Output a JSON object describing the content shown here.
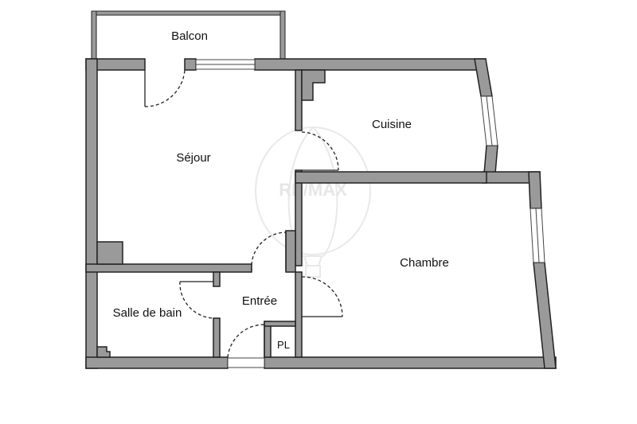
{
  "rooms": {
    "balcon": "Balcon",
    "sejour": "Séjour",
    "cuisine": "Cuisine",
    "chambre": "Chambre",
    "entree": "Entrée",
    "salle_de_bain": "Salle de bain",
    "placard": "PL"
  },
  "watermark": {
    "brand": "RE/MAX"
  },
  "colors": {
    "wall": "#9a9a9a",
    "outline": "#222222",
    "watermark": "#d9d9d9"
  }
}
